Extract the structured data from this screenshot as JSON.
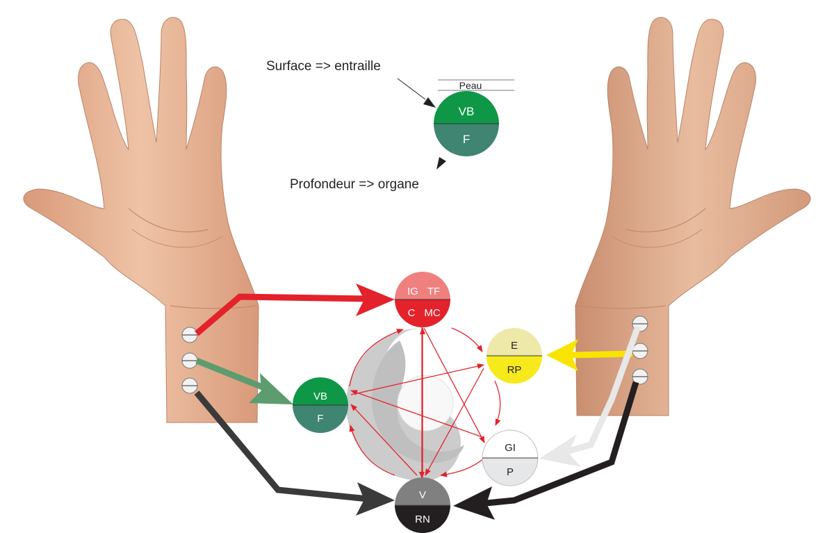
{
  "legend": {
    "surface_label": "Surface => entraille",
    "depth_label": "Profondeur => organe",
    "skin_label": "Peau",
    "top_label": "VB",
    "bottom_label": "F",
    "top_color": "#0e9746",
    "bottom_color": "#3f8571"
  },
  "nodes": {
    "fire": {
      "top_left": "IG",
      "top_right": "TF",
      "bottom_left": "C",
      "bottom_right": "MC",
      "top_color": "#f08080",
      "bottom_color": "#e3222b"
    },
    "earth": {
      "top": "E",
      "bottom": "RP",
      "top_color": "#eee9a8",
      "bottom_color": "#f7ea1c"
    },
    "wood": {
      "top": "VB",
      "bottom": "F",
      "top_color": "#0e9746",
      "bottom_color": "#3f8571"
    },
    "metal": {
      "top": "GI",
      "bottom": "P",
      "top_color": "#ffffff",
      "bottom_color": "#e6e7e8"
    },
    "water": {
      "top": "V",
      "bottom": "RN",
      "top_color": "#808080",
      "bottom_color": "#231f20"
    }
  },
  "colors": {
    "fire_arrow": "#e3222b",
    "wood_arrow": "#5c9c6e",
    "water_arrow": "#3a3a3a",
    "earth_arrow": "#f9e400",
    "metal_arrow": "#e8e8e8",
    "cycle_line": "#e3222b",
    "skin": "#e8b597"
  },
  "icons": {
    "left_hand": "left-hand-palm",
    "right_hand": "right-hand-palm",
    "yin_yang": "yin-yang-symbol"
  }
}
